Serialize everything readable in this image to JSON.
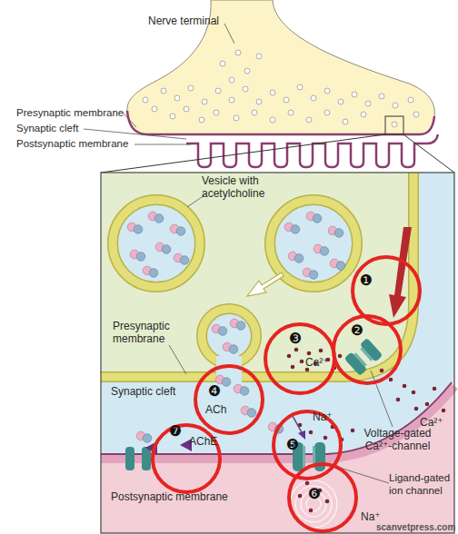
{
  "diagram": {
    "labels": [
      "Nerve terminal",
      "Presynaptic membrane",
      "Synaptic cleft",
      "Postsynaptic membrane",
      "Vesicle with acetylcholine",
      "❶",
      "Presynaptic membrane",
      "❷",
      "❸",
      "Ca²⁺",
      "Ca²⁺",
      "Na⁺",
      "Synaptic cleft",
      "❹",
      "ACh",
      "Voltage-gated Ca²⁺-channel",
      "❼",
      "AChE",
      "❺",
      "Ligand-gated ion channel",
      "Postsynaptic membrane",
      "❻",
      "Na⁺",
      "scanvetpress.com"
    ]
  }
}
